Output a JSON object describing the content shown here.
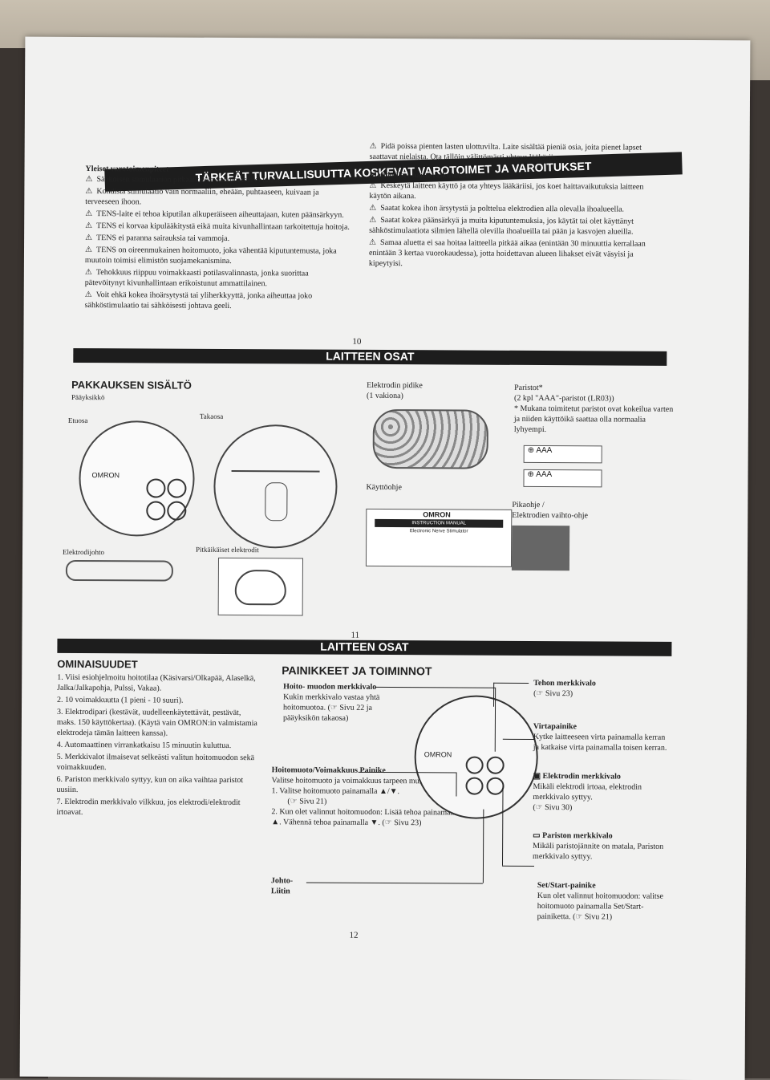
{
  "top": {
    "banner": "TÄRKEÄT TURVALLISUUTTA KOSKEVAT VAROTOIMET JA VAROITUKSET",
    "general_title": "Yleiset varotoimenpiteet",
    "general_items": [
      "Sähköisen stimulaation pitkäaikaisia vaikutuksia ei tunneta.",
      "Kohdista stimulaatio vain normaaliin, eheään, puhtaaseen, kuivaan ja terveeseen ihoon.",
      "TENS-laite ei tehoa kiputilan alkuperäiseen aiheuttajaan, kuten päänsärkyyn.",
      "TENS ei korvaa kipulääkitystä eikä muita kivunhallintaan tarkoitettuja hoitoja.",
      "TENS ei paranna sairauksia tai vammoja.",
      "TENS on oireenmukainen hoitomuoto, joka vähentää kiputuntemusta, joka muutoin toimisi elimistön suojamekanismina.",
      "Tehokkuus riippuu voimakkaasti potilasvalinnasta, jonka suorittaa pätevöitynyt kivunhallintaan erikoistunut ammattilainen.",
      "Voit ehkä kokea ihoärsytystä tai yliherkkyyttä, jonka aiheuttaa joko sähköstimulaatio tai sähköisesti johtava geeli."
    ],
    "right_first": "Pidä poissa pienten lasten ulottuvilta. Laite sisältää pieniä osia, joita pienet lapset saattavat nielaista. Ota tällöin välittömästi yhteys lääkäriin.",
    "side_effects_title": "Mahdolliset haittavaikutukset",
    "side_effects": [
      "Keskeytä laitteen käyttö ja ota yhteys lääkäriisi, jos koet haittavaikutuksia laitteen käytön aikana.",
      "Saatat kokea ihon ärsytystä ja polttelua elektrodien alla olevalla ihoalueella.",
      "Saatat kokea päänsärkyä ja muita kiputuntemuksia, jos käytät tai olet käyttänyt sähköstimulaatiota silmien lähellä olevilla ihoalueilla tai pään ja kasvojen alueilla.",
      "Samaa aluetta ei saa hoitaa laitteella pitkää aikaa (enintään 30 minuuttia kerrallaan enintään 3 kertaa vuorokaudessa), jotta hoidettavan alueen lihakset eivät väsyisi ja kipeytyisi."
    ],
    "page": "10"
  },
  "middle": {
    "banner": "LAITTEEN OSAT",
    "package_title": "PAKKAUKSEN SISÄLTÖ",
    "main_unit": "Pääyksikkö",
    "front": "Etuosa",
    "back": "Takaosa",
    "holder": "Elektrodin pidike",
    "holder_qty": "(1 vakiona)",
    "manual": "Käyttöohje",
    "batteries": "Paristot*",
    "batteries_qty": "(2 kpl \"AAA\"-paristot (LR03))",
    "batteries_note": "* Mukana toimitetut paristot ovat kokeilua varten ja niiden käyttöikä saattaa olla normaalia lyhyempi.",
    "battery_label": "AAA",
    "quick_guide": "Pikaohje /",
    "electrode_guide": "Elektrodien vaihto-ohje",
    "cord": "Elektrodijohto",
    "electrodes": "Pitkäikäiset elektrodit",
    "brand": "OMRON",
    "manual_band": "INSTRUCTION MANUAL",
    "manual_sub": "Electronic Nerve Stimulator",
    "page": "11"
  },
  "bottom": {
    "banner": "LAITTEEN OSAT",
    "features_title": "OMINAISUUDET",
    "features": [
      "1. Viisi esiohjelmoitu hoitotilaa (Käsivarsi/Olkapää, Alaselkä, Jalka/Jalkapohja, Pulssi, Vakaa).",
      "2. 10 voimakkuutta (1 pieni - 10 suuri).",
      "3. Elektrodipari (kestävät, uudelleenkäytettävät, pestävät, maks. 150 käyttökertaa). (Käytä vain OMRON:in valmistamia elektrodeja tämän laitteen kanssa).",
      "4. Automaattinen virrankatkaisu 15 minuutin kuluttua.",
      "5. Merkkivalot ilmaisevat selkeästi valitun hoitomuodon sekä voimakkuuden.",
      "6. Pariston merkkivalo syttyy, kun on aika vaihtaa paristot uusiin.",
      "7. Elektrodin merkkivalo vilkkuu, jos elektrodi/elektrodit irtoavat."
    ],
    "buttons_title": "PAINIKKEET JA TOIMINNOT",
    "mode_light_title": "Hoito- muodon merkkivalo",
    "mode_light_text": "Kukin merkkivalo vastaa yhtä hoitomuotoa. (☞ Sivu 22 ja pääyksikön takaosa)",
    "mode_button_title": "Hoitomuoto/Voimakkuus Painike",
    "mode_button_text": "Valitse hoitomuoto ja voimakkuus tarpeen mukaan.",
    "step1": "1. Valitse hoitomuoto painamalla ▲/▼.",
    "step1_ref": "(☞ Sivu 21)",
    "step2": "2. Kun olet valinnut hoitomuodon: Lisää tehoa painamalla ▲. Vähennä tehoa painamalla ▼. (☞ Sivu 23)",
    "jack": "Johto- Liitin",
    "power_light_title": "Tehon merkkivalo",
    "power_light_ref": "(☞ Sivu 23)",
    "power_btn_title": "Virtapainike",
    "power_btn_text": "Kytke laitteeseen virta painamalla kerran ja katkaise virta painamalla toisen kerran.",
    "electrode_light_title": "Elektrodin merkkivalo",
    "electrode_light_text": "Mikäli elektrodi irtoaa, elektrodin merkkivalo syttyy.",
    "electrode_light_ref": "(☞ Sivu 30)",
    "battery_light_title": "Pariston merkkivalo",
    "battery_light_text": "Mikäli paristojännite on matala, Pariston merkkivalo syttyy.",
    "set_title": "Set/Start-painike",
    "set_text": "Kun olet valinnut hoitomuodon: valitse hoitomuoto painamalla Set/Start-painiketta. (☞ Sivu 21)",
    "page": "12"
  }
}
